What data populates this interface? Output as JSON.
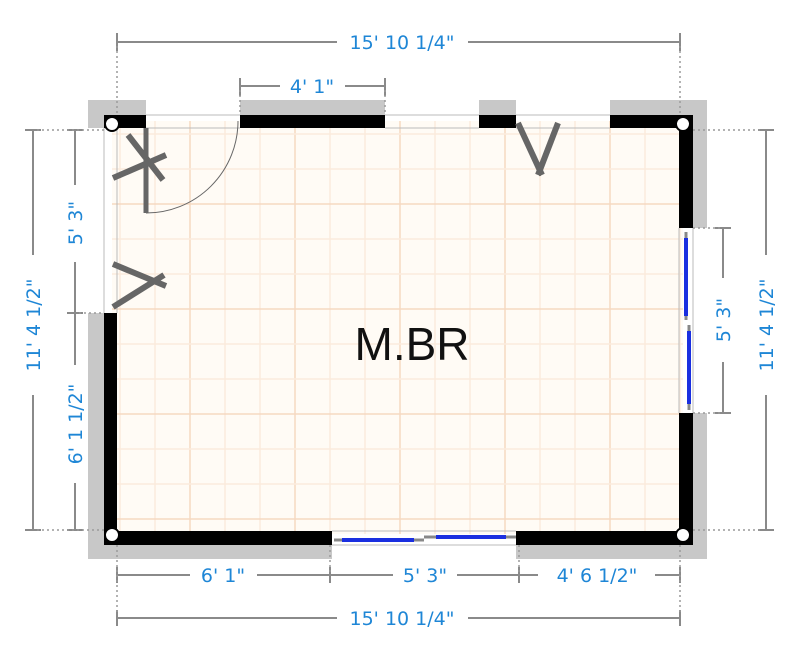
{
  "room": {
    "name": "M.BR"
  },
  "dimensions": {
    "top_overall": "15' 10 1/4\"",
    "top_door": "4' 1\"",
    "bottom_left": "6' 1\"",
    "bottom_window": "5' 3\"",
    "bottom_right": "4' 6 1/2\"",
    "bottom_overall": "15' 10 1/4\"",
    "left_overall": "11' 4 1/2\"",
    "left_opening": "5' 3\"",
    "left_lower": "6' 1 1/2\"",
    "right_window": "5' 3\"",
    "right_overall": "11' 4 1/2\""
  },
  "colors": {
    "wall": "#000000",
    "wall_shadow": "#c8c8c8",
    "window": "#1a2fe0",
    "dimension": "#1e86d6",
    "grid_major": "#f5d9c2",
    "grid_minor": "#fbebdd",
    "floor": "#fffbf5"
  }
}
